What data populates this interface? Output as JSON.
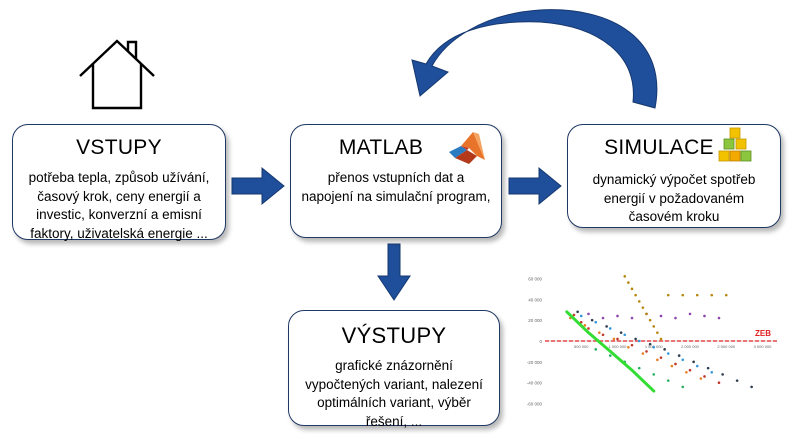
{
  "boxes": {
    "vstupy": {
      "title": "VSTUPY",
      "lines": [
        "potřeba tepla, způsob užívání,",
        "časový krok, ceny energií a",
        "investic, konverzní a emisní",
        "faktory, uživatelská energie ..."
      ]
    },
    "matlab": {
      "title": "MATLAB",
      "lines": [
        "přenos vstupních dat a",
        "napojení na simulační program,"
      ]
    },
    "simulace": {
      "title": "SIMULACE",
      "lines": [
        "dynamický výpočet spotřeb",
        "energií v požadovaném",
        "časovém kroku"
      ]
    },
    "vystupy": {
      "title": "VÝSTUPY",
      "lines": [
        "grafické znázornění",
        "vypočtených variant, nalezení",
        "optimálních variant, výběr",
        "řešení, ..."
      ]
    }
  },
  "icons": {
    "house": "house-icon",
    "matlab": "matlab-logo-icon",
    "simulace": "cubes-icon"
  },
  "colors": {
    "arrow": "#1f4e9a",
    "box_border": "#1f3864",
    "zeb_line": "#e02020",
    "trend": "#33dd33"
  },
  "chart_data": {
    "type": "scatter",
    "title": "",
    "xlabel": "",
    "ylabel": "",
    "annotation": "ZEB",
    "yticks": [
      "60 000",
      "40 000",
      "20 000",
      "0",
      "-20 000",
      "-40 000",
      "-60 000"
    ],
    "xticks": [
      "500 000",
      "1 000 000",
      "1 500 000",
      "2 000 000",
      "2 500 000",
      "3 000 000"
    ],
    "xlim": [
      0,
      3200000
    ],
    "ylim": [
      -70000,
      70000
    ],
    "reference_line_y": 0,
    "trend": [
      [
        300000,
        28000
      ],
      [
        600000,
        8000
      ],
      [
        900000,
        -10000
      ],
      [
        1200000,
        -28000
      ],
      [
        1500000,
        -48000
      ]
    ],
    "series": [
      {
        "color": "#c0392b",
        "values": [
          [
            400000,
            25000
          ],
          [
            500000,
            18000
          ],
          [
            600000,
            12000
          ],
          [
            800000,
            6000
          ],
          [
            1000000,
            2000
          ],
          [
            1200000,
            -4000
          ],
          [
            1400000,
            -10000
          ],
          [
            1600000,
            -16000
          ],
          [
            1800000,
            -22000
          ],
          [
            2000000,
            -28000
          ],
          [
            2200000,
            -34000
          ],
          [
            2400000,
            -40000
          ]
        ]
      },
      {
        "color": "#e67e22",
        "values": [
          [
            350000,
            22000
          ],
          [
            550000,
            15000
          ],
          [
            750000,
            8000
          ],
          [
            950000,
            2000
          ],
          [
            1150000,
            -6000
          ],
          [
            1350000,
            -12000
          ],
          [
            1550000,
            -18000
          ],
          [
            1750000,
            -24000
          ],
          [
            1950000,
            -30000
          ],
          [
            2150000,
            -36000
          ]
        ]
      },
      {
        "color": "#2c3e50",
        "values": [
          [
            450000,
            28000
          ],
          [
            650000,
            20000
          ],
          [
            850000,
            14000
          ],
          [
            1050000,
            8000
          ],
          [
            1250000,
            2000
          ],
          [
            1450000,
            -3000
          ],
          [
            1650000,
            -8000
          ],
          [
            1850000,
            -14000
          ],
          [
            2050000,
            -20000
          ],
          [
            2250000,
            -26000
          ],
          [
            2450000,
            -32000
          ],
          [
            2650000,
            -38000
          ],
          [
            2850000,
            -44000
          ]
        ]
      },
      {
        "color": "#3498db",
        "values": [
          [
            500000,
            24000
          ],
          [
            700000,
            18000
          ],
          [
            900000,
            12000
          ],
          [
            1100000,
            6000
          ],
          [
            1300000,
            0
          ],
          [
            1500000,
            -6000
          ],
          [
            1700000,
            -12000
          ],
          [
            1900000,
            -18000
          ],
          [
            2100000,
            -24000
          ],
          [
            2300000,
            -30000
          ]
        ]
      },
      {
        "color": "#8e44ad",
        "values": [
          [
            600000,
            26000
          ],
          [
            800000,
            22000
          ],
          [
            1000000,
            24000
          ],
          [
            1200000,
            22000
          ],
          [
            1400000,
            26000
          ],
          [
            1600000,
            24000
          ],
          [
            1800000,
            22000
          ],
          [
            2000000,
            26000
          ],
          [
            2200000,
            24000
          ],
          [
            2400000,
            22000
          ]
        ]
      },
      {
        "color": "#b8860b",
        "values": [
          [
            1100000,
            62000
          ],
          [
            1150000,
            56000
          ],
          [
            1200000,
            50000
          ],
          [
            1250000,
            44000
          ],
          [
            1300000,
            38000
          ],
          [
            1350000,
            32000
          ],
          [
            1400000,
            26000
          ],
          [
            1450000,
            20000
          ],
          [
            1500000,
            14000
          ],
          [
            1550000,
            8000
          ],
          [
            1600000,
            2000
          ],
          [
            1700000,
            44000
          ],
          [
            1900000,
            44000
          ],
          [
            2100000,
            44000
          ],
          [
            2300000,
            44000
          ],
          [
            2500000,
            44000
          ]
        ]
      },
      {
        "color": "#27ae60",
        "values": [
          [
            700000,
            -8000
          ],
          [
            900000,
            -14000
          ],
          [
            1100000,
            -20000
          ],
          [
            1300000,
            -26000
          ],
          [
            1500000,
            -32000
          ],
          [
            1700000,
            -38000
          ],
          [
            1900000,
            -44000
          ]
        ]
      }
    ]
  }
}
